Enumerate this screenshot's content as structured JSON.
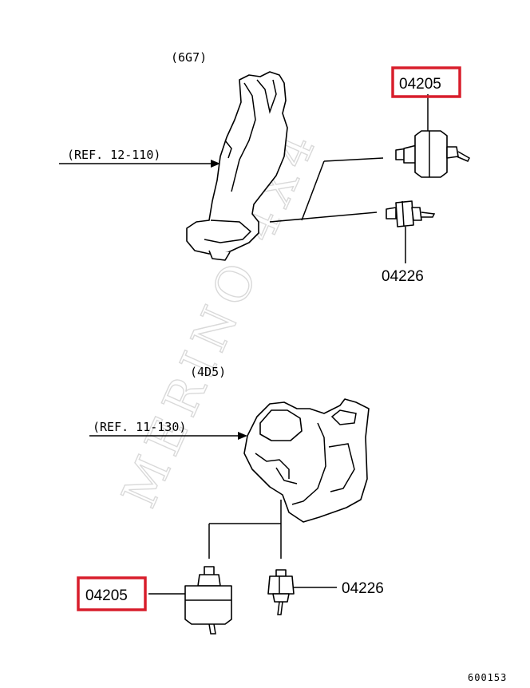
{
  "watermark": "MERINO 4X4",
  "colors": {
    "highlight": "#d81e2c",
    "ink": "#000000",
    "watermark": "#d9d9d9"
  },
  "section_6g7": {
    "engine_label": "(6G7)",
    "ref_label": "(REF. 12-110)",
    "part_top": "04205",
    "part_bottom": "04226"
  },
  "section_4d5": {
    "engine_label": "(4D5)",
    "ref_label": "(REF. 11-130)",
    "part_left": "04205",
    "part_right": "04226"
  },
  "diagram_code": "600153"
}
